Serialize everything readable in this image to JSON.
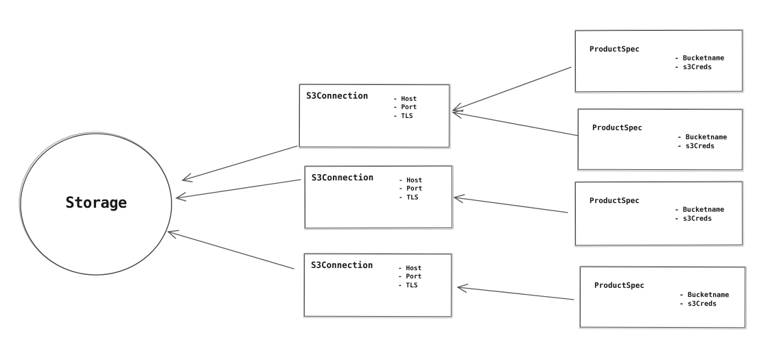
{
  "colors": {
    "shape_stroke": "#454545",
    "edge_stroke": "#565656",
    "text": "#161616",
    "background": "#ffffff"
  },
  "storage": {
    "label": "Storage"
  },
  "s3_connections": [
    {
      "title": "S3Connection",
      "attributes": [
        "- Host",
        "- Port",
        "- TLS"
      ]
    },
    {
      "title": "S3Connection",
      "attributes": [
        "- Host",
        "- Port",
        "- TLS"
      ]
    },
    {
      "title": "S3Connection",
      "attributes": [
        "- Host",
        "- Port",
        "- TLS"
      ]
    }
  ],
  "product_specs": [
    {
      "title": "ProductSpec",
      "attributes": [
        "- Bucketname",
        "- s3Creds"
      ]
    },
    {
      "title": "ProductSpec",
      "attributes": [
        "- Bucketname",
        "- s3Creds"
      ]
    },
    {
      "title": "ProductSpec",
      "attributes": [
        "- Bucketname",
        "- s3Creds"
      ]
    },
    {
      "title": "ProductSpec",
      "attributes": [
        "- Bucketname",
        "- s3Creds"
      ]
    }
  ],
  "edges": [
    {
      "from": "product-spec-1",
      "to": "s3-connection-1"
    },
    {
      "from": "product-spec-2",
      "to": "s3-connection-1"
    },
    {
      "from": "product-spec-3",
      "to": "s3-connection-2"
    },
    {
      "from": "product-spec-4",
      "to": "s3-connection-3"
    },
    {
      "from": "s3-connection-1",
      "to": "storage"
    },
    {
      "from": "s3-connection-2",
      "to": "storage"
    },
    {
      "from": "s3-connection-3",
      "to": "storage"
    }
  ]
}
